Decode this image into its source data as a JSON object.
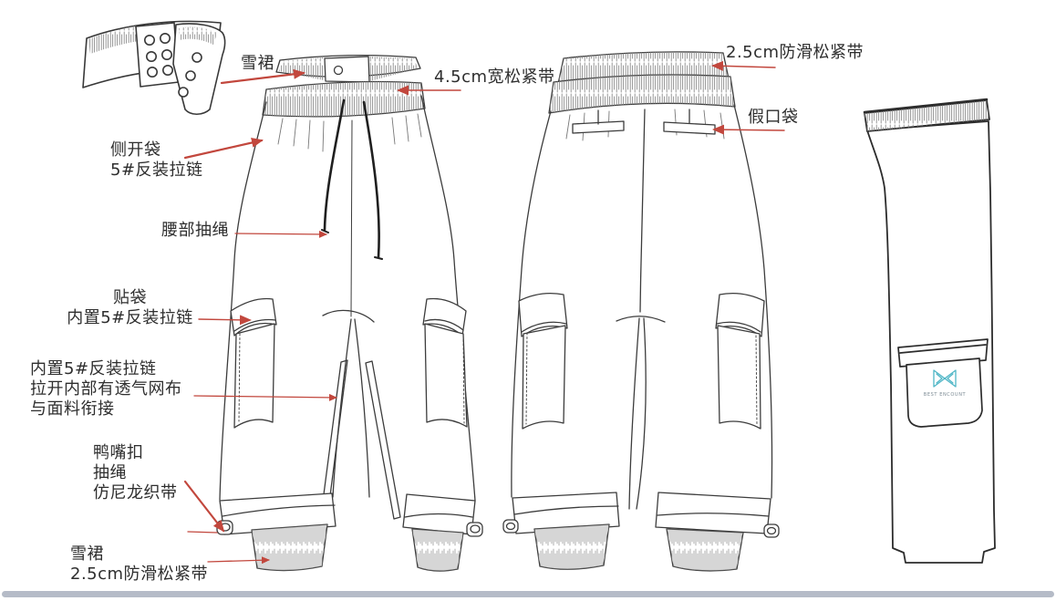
{
  "colors": {
    "annotation_red": "#c2473d",
    "sketch_line": "#3c3c3c",
    "logo_teal": "#4fb6c6",
    "scrollbar_gray": "#b5bbc7"
  },
  "annotations": {
    "snow_skirt_top": "雪裙",
    "wide_elastic": "4.5cm宽松紧带",
    "anti_slip_elastic_top": "2.5cm防滑松紧带",
    "fake_pocket": "假口袋",
    "side_pocket": "侧开袋\n5#反装拉链",
    "waist_drawstring": "腰部抽绳",
    "patch_pocket": "贴袋\n内置5#反装拉链",
    "inner_zipper_mesh": "内置5#反装拉链\n拉开内部有透气网布\n与面料衔接",
    "duckbill_buckle": "鸭嘴扣\n抽绳\n仿尼龙织带",
    "snow_skirt_bottom": "雪裙\n2.5cm防滑松紧带"
  },
  "logo": {
    "brand_text": "BEST ENCOUNT",
    "monogram_icon": "bow-tie-monogram"
  }
}
